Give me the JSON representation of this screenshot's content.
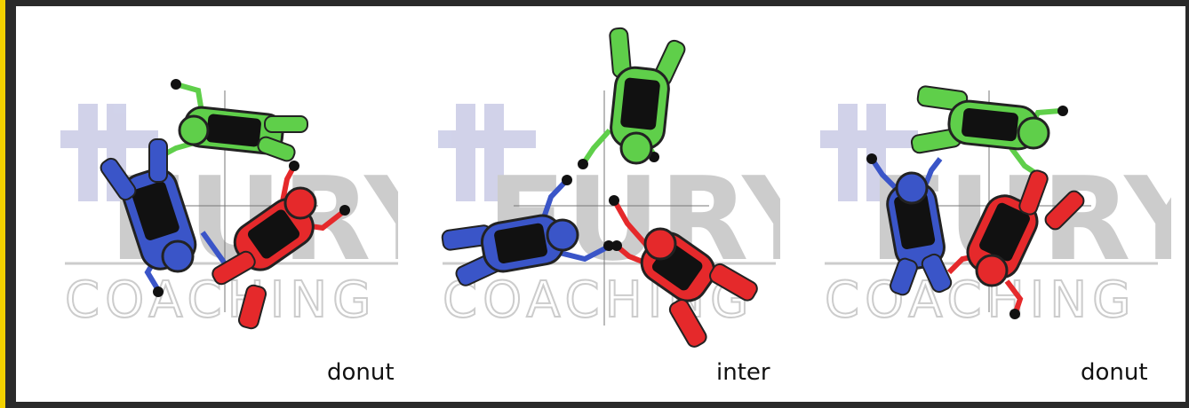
{
  "panels": [
    {
      "label": "donut"
    },
    {
      "label": "inter"
    },
    {
      "label": "donut"
    }
  ],
  "watermark": {
    "word": "FURY",
    "sub": "COACHING"
  },
  "colors": {
    "border": "#2a2a2a",
    "accent_border": "#f2d100",
    "green": "#5fcf4a",
    "blue": "#3a55c8",
    "red": "#e5292b",
    "harness": "#111111",
    "watermark_grey": "#bdbdbd",
    "watermark_cross": "#c9cbe6"
  }
}
